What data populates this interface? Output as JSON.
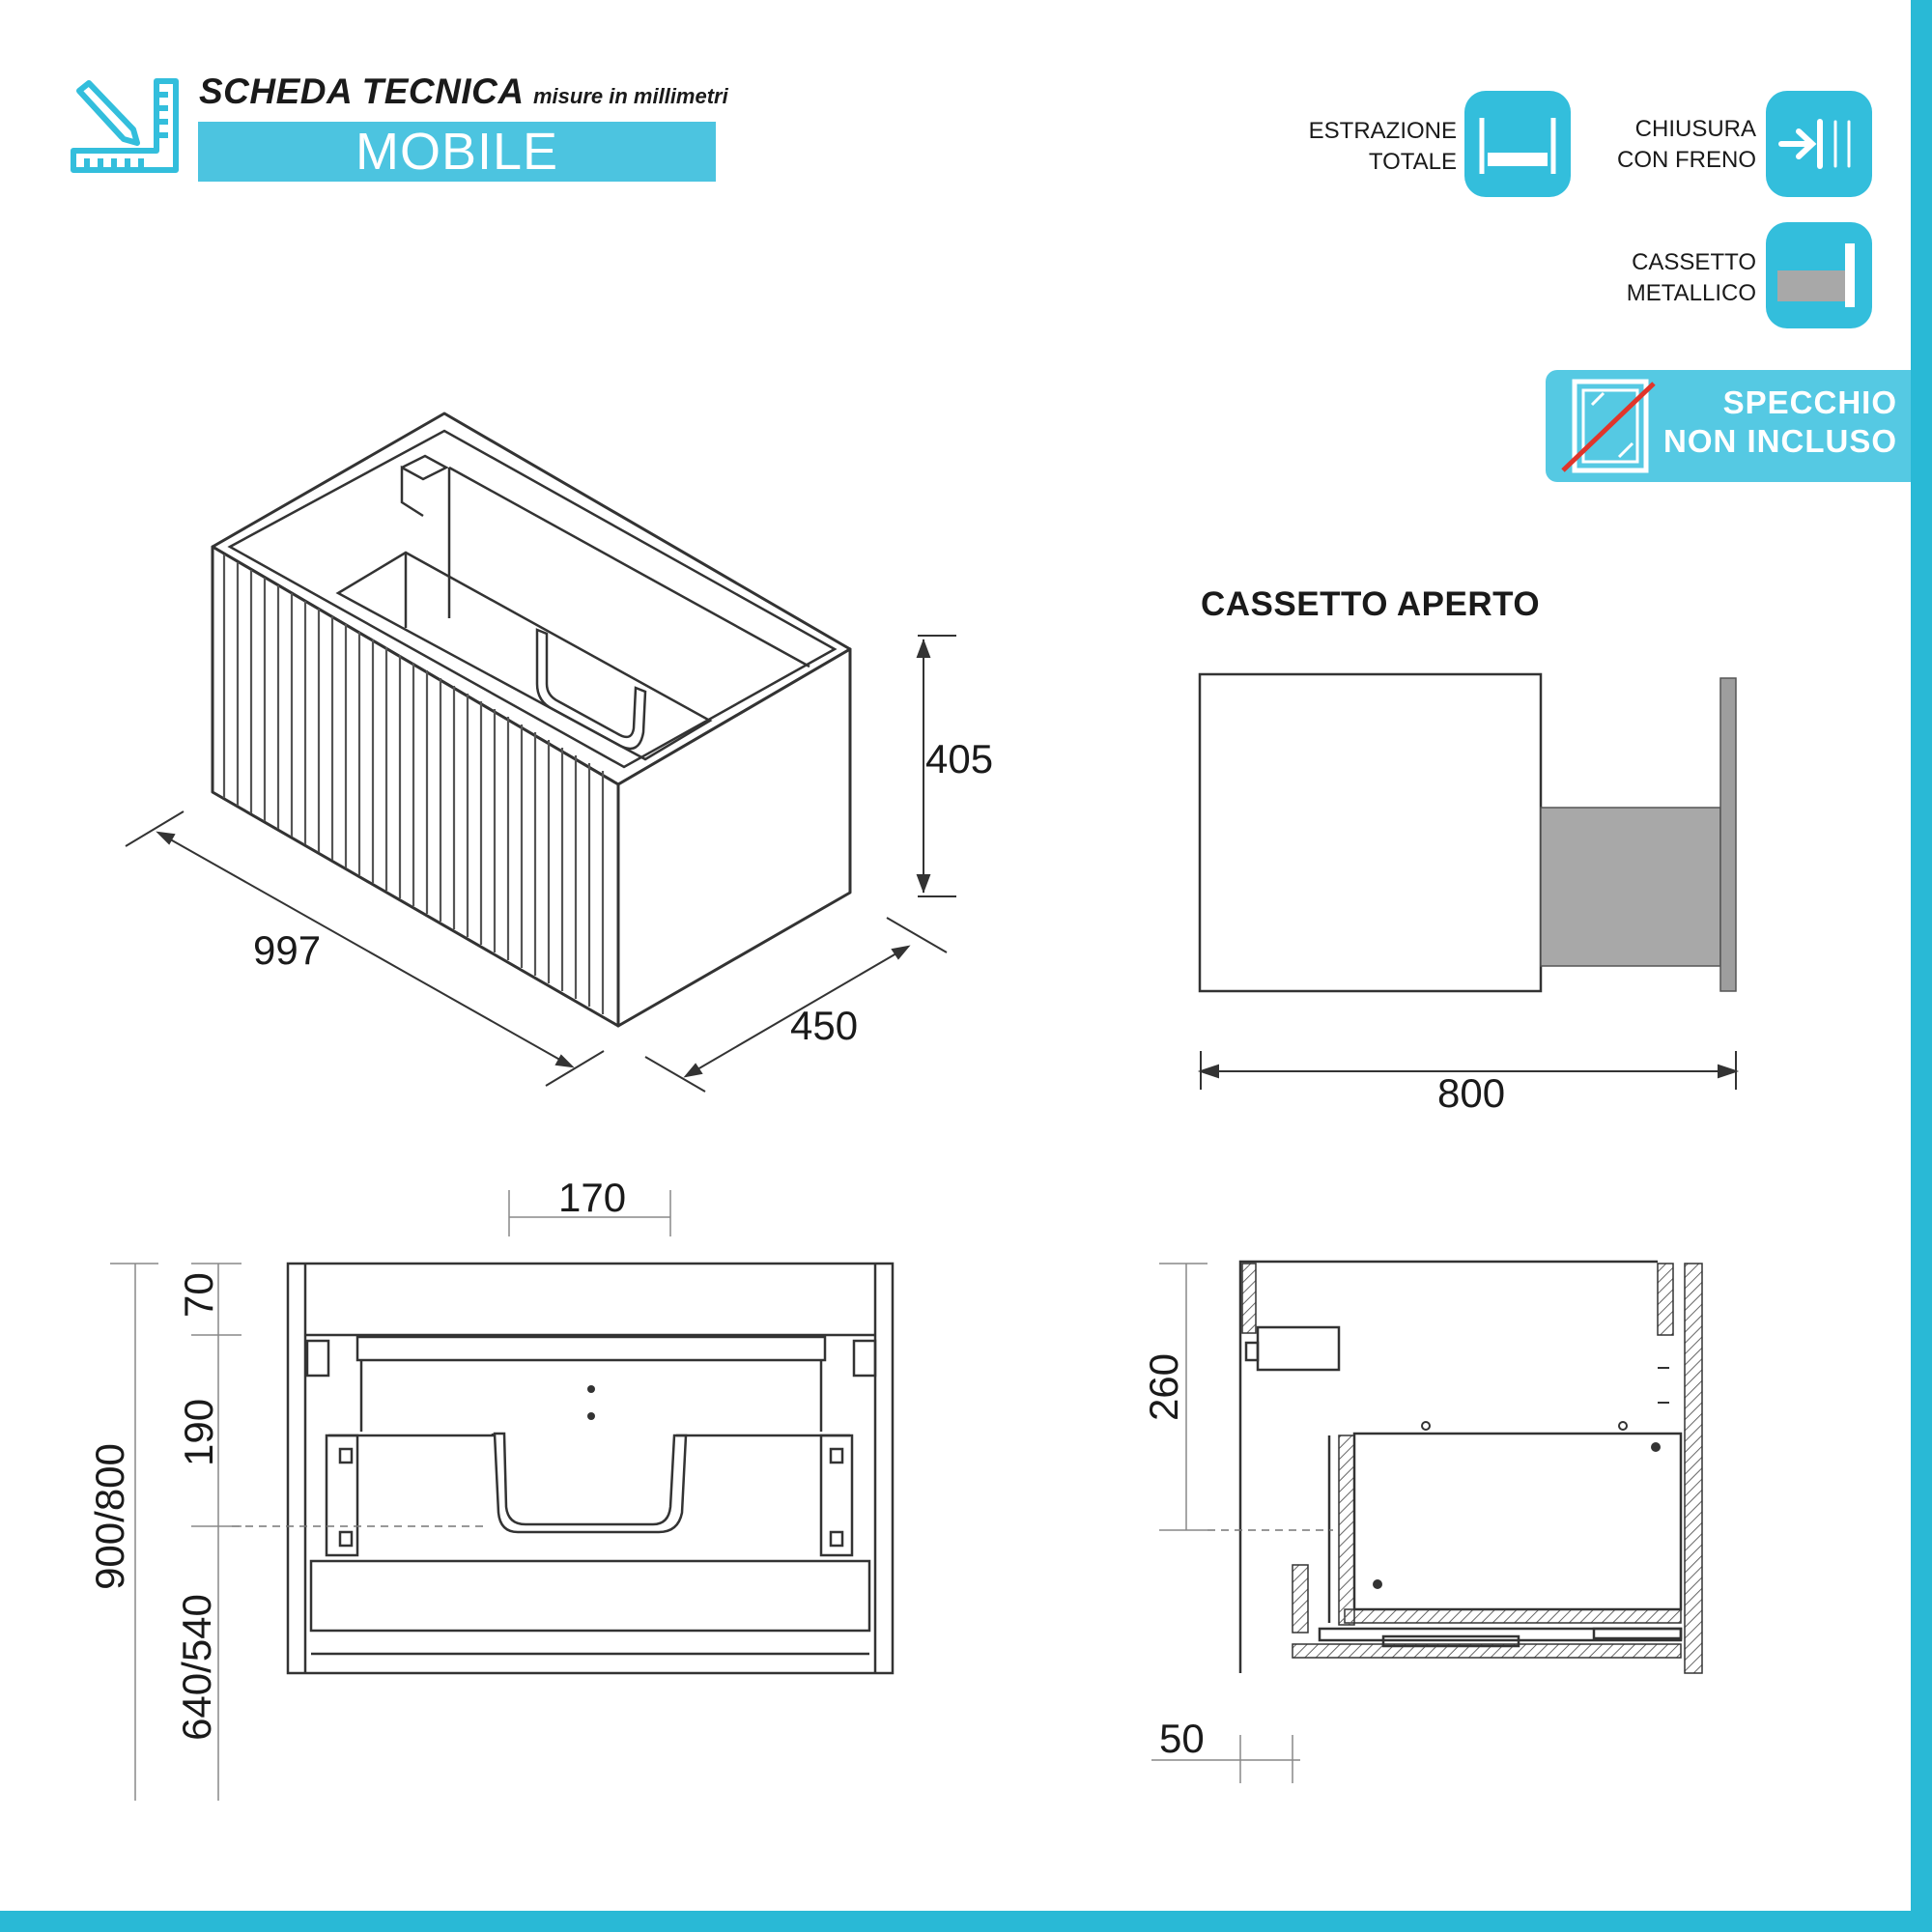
{
  "header": {
    "title": "SCHEDA TECNICA",
    "subtitle": "misure in millimetri",
    "product": "MOBILE"
  },
  "features": [
    {
      "line1": "ESTRAZIONE",
      "line2": "TOTALE",
      "icon": "full-extension-icon"
    },
    {
      "line1": "CHIUSURA",
      "line2": "CON FRENO",
      "icon": "soft-close-icon"
    },
    {
      "line1": "CASSETTO",
      "line2": "METALLICO",
      "icon": "metal-drawer-icon"
    }
  ],
  "mirror": {
    "line1": "SPECCHIO",
    "line2": "NON INCLUSO",
    "icon": "crossed-mirror-icon"
  },
  "drawer_view": {
    "title": "CASSETTO APERTO",
    "width": "800"
  },
  "dimensions": {
    "height": "405",
    "width": "997",
    "depth": "450",
    "cutout": "170",
    "top_gap": "70",
    "siphon": "190",
    "total_height": "900/800",
    "floor_height": "640/540",
    "side_height": "260",
    "side_offset": "50"
  },
  "colors": {
    "accent": "#29b9d6",
    "icon_bg": "#33bedc",
    "metal": "#a8a8a8"
  }
}
